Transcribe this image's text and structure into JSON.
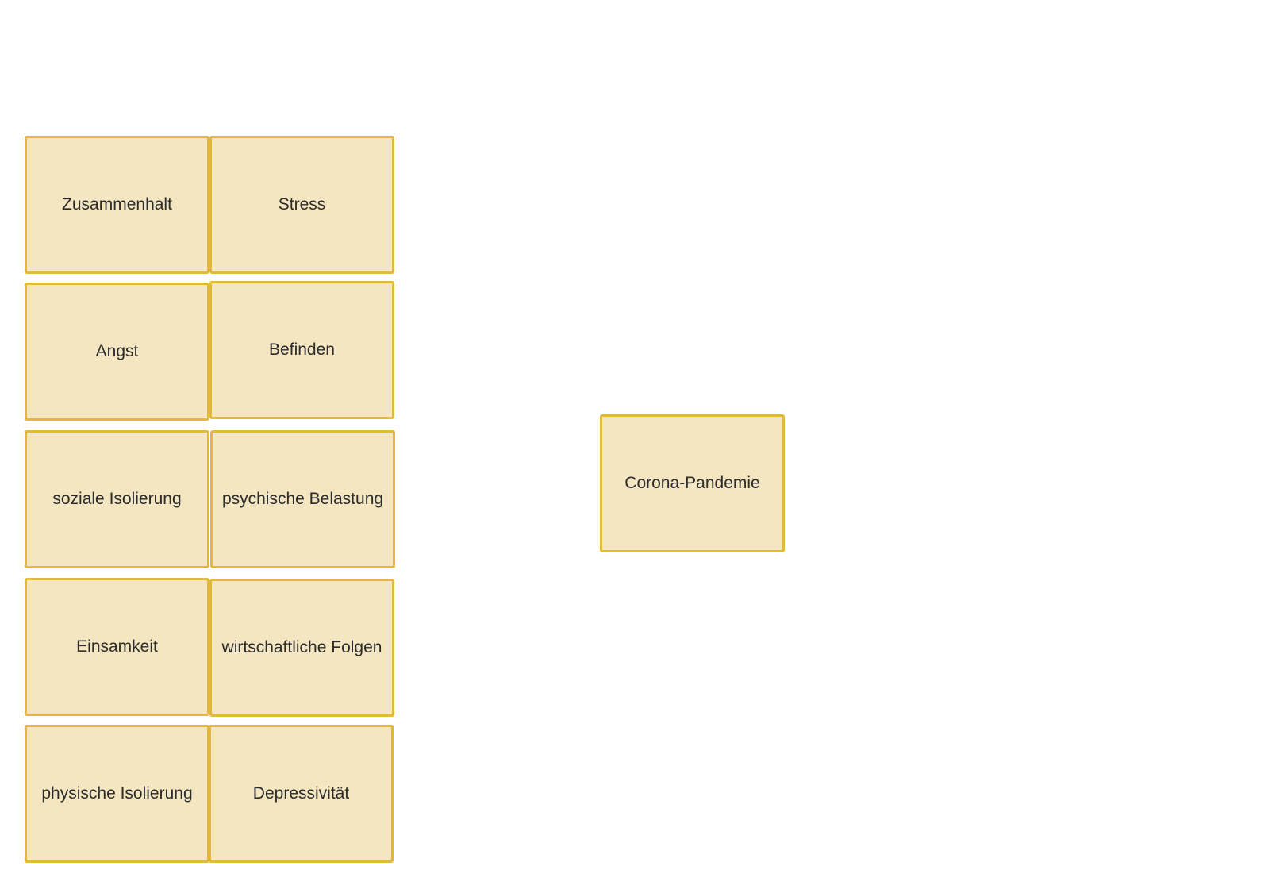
{
  "colors": {
    "card_fill": "#f3e6c1",
    "card_border": "#e3b93b",
    "text": "#2b2b2b",
    "background": "#ffffff"
  },
  "cards": [
    {
      "label": "Zusammenhalt"
    },
    {
      "label": "Stress"
    },
    {
      "label": "Angst"
    },
    {
      "label": "Befinden"
    },
    {
      "label": "soziale Isolierung"
    },
    {
      "label": "psychische Belastung"
    },
    {
      "label": "Einsamkeit"
    },
    {
      "label": "wirtschaftliche Folgen"
    },
    {
      "label": "physische Isolierung"
    },
    {
      "label": "Depressivität"
    }
  ],
  "central_card": {
    "label": "Corona-Pandemie"
  }
}
